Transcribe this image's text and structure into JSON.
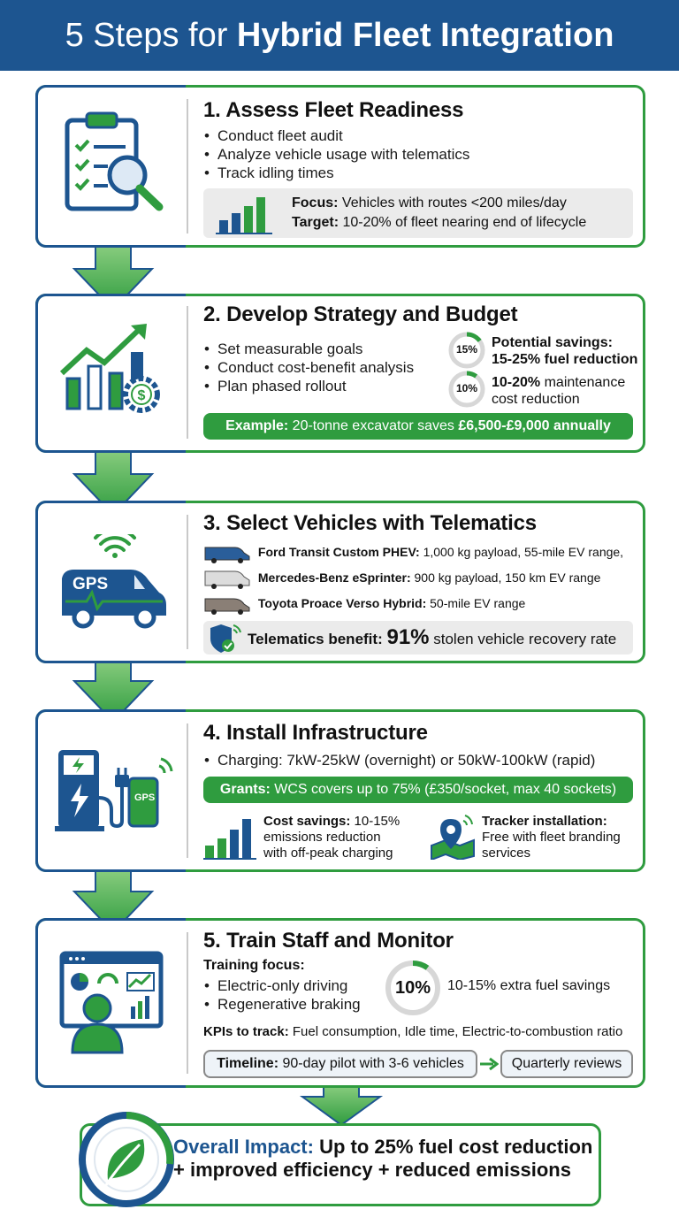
{
  "title": {
    "prefix": "5 Steps for ",
    "bold": "Hybrid Fleet Integration"
  },
  "colors": {
    "blue": "#1d5590",
    "green": "#2f9c3f",
    "grey_box": "#ebebeb"
  },
  "step1": {
    "title": "1. Assess Fleet Readiness",
    "icon": "clipboard-magnifier-icon",
    "bullets": [
      "Conduct fleet audit",
      "Analyze vehicle usage with telematics",
      "Track idling times"
    ],
    "focus_label": "Focus:",
    "focus_value": " Vehicles with routes <200 miles/day",
    "target_label": "Target:",
    "target_value": " 10-20% of fleet nearing end of lifecycle"
  },
  "step2": {
    "title": "2. Develop Strategy and Budget",
    "icon": "growth-chart-dollar-gear-icon",
    "bullets": [
      "Set measurable goals",
      "Conduct cost-benefit analysis",
      "Plan phased rollout"
    ],
    "savings1": {
      "ring": "15%",
      "label": "Potential savings:",
      "value": "15-25% fuel reduction",
      "fraction": 0.15
    },
    "savings2": {
      "ring": "10%",
      "label": "10-20%",
      "value": " maintenance",
      "value2": "cost reduction",
      "fraction": 0.1
    },
    "example_label": "Example:",
    "example_text": " 20-tonne excavator saves ",
    "example_bold": "£6,500-£9,000 annually"
  },
  "step3": {
    "title": "3. Select Vehicles with Telematics",
    "icon": "gps-van-icon",
    "icon_text": "GPS",
    "vehicles": [
      {
        "name": "Ford Transit Custom PHEV:",
        "detail": " 1,000 kg payload, 55-mile EV range,",
        "color": "#2a5e9a"
      },
      {
        "name": "Mercedes-Benz eSprinter:",
        "detail": " 900 kg payload, 150 km EV range",
        "color": "#dcdcdc"
      },
      {
        "name": "Toyota Proace Verso Hybrid:",
        "detail": " 50-mile EV range",
        "color": "#8a7f76"
      }
    ],
    "benefit_label": "Telematics benefit:",
    "benefit_big": "91%",
    "benefit_text": " stolen vehicle recovery rate"
  },
  "step4": {
    "title": "4. Install Infrastructure",
    "icon": "charging-station-icon",
    "icon_text": "GPS",
    "bullets": [
      "Charging: 7kW-25kW (overnight) or 50kW-100kW (rapid)"
    ],
    "grants_label": "Grants:",
    "grants_text": " WCS covers up to 75% (£350/socket, max 40 sockets)",
    "cost_label": "Cost savings:",
    "cost_lines": [
      " 10-15%",
      "emissions reduction",
      "with off-peak charging"
    ],
    "tracker_label": "Tracker installation:",
    "tracker_lines": [
      "Free with fleet branding",
      "services"
    ]
  },
  "step5": {
    "title": "5. Train Staff and Monitor",
    "icon": "dashboard-person-icon",
    "training_label": "Training focus:",
    "bullets": [
      "Electric-only driving",
      "Regenerative braking"
    ],
    "ring": "10%",
    "ring_fraction": 0.1,
    "ring_text": "10-15% extra fuel savings",
    "kpi_label": "KPIs to track:",
    "kpi_text": " Fuel consumption, Idle time, Electric-to-combustion ratio",
    "timeline_label": "Timeline:",
    "timeline_text": " 90-day pilot with 3-6 vehicles",
    "review_text": "Quarterly reviews"
  },
  "impact": {
    "icon": "leaf-icon",
    "label": "Overall Impact:",
    "line1": " Up to 25% fuel cost reduction",
    "line2": "+ improved efficiency + reduced emissions"
  }
}
